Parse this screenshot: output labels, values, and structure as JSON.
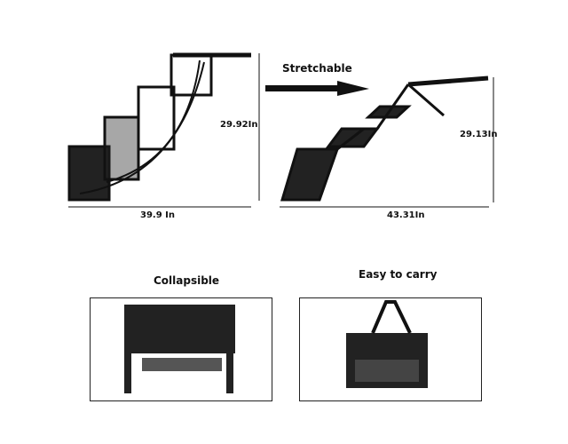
{
  "extended_height": "29.92In",
  "extended_width": "39.9 In",
  "arrow_label": "Stretchable",
  "stretched_height": "29.13In",
  "stretched_width": "43.31In",
  "collapsible_label": "Collapsible",
  "carry_label": "Easy to carry"
}
